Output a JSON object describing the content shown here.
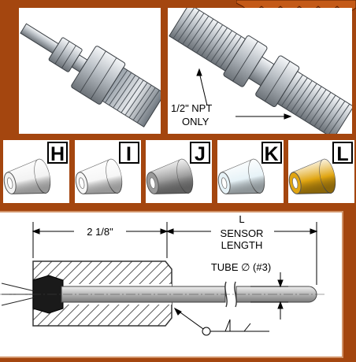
{
  "top_right_panel": {
    "callout_line1": "1/2\" NPT",
    "callout_line2": "ONLY"
  },
  "ferrule_options": [
    {
      "label": "H",
      "color": "#f2f2f2"
    },
    {
      "label": "I",
      "color": "#f6f6f6"
    },
    {
      "label": "J",
      "color": "#9a9a9a"
    },
    {
      "label": "K",
      "color": "#e6f2f7"
    },
    {
      "label": "L",
      "color": "#e0a511"
    }
  ],
  "section_drawing": {
    "fitting_length": "2 1/8\"",
    "length_symbol": "L",
    "sensor_length_line1": "SENSOR",
    "sensor_length_line2": "LENGTH",
    "tube_label": "TUBE ∅ (#3)"
  },
  "colors": {
    "background": "#a4460f",
    "lower_panel_border": "#d2946a",
    "ribbon": "#c45a18"
  }
}
